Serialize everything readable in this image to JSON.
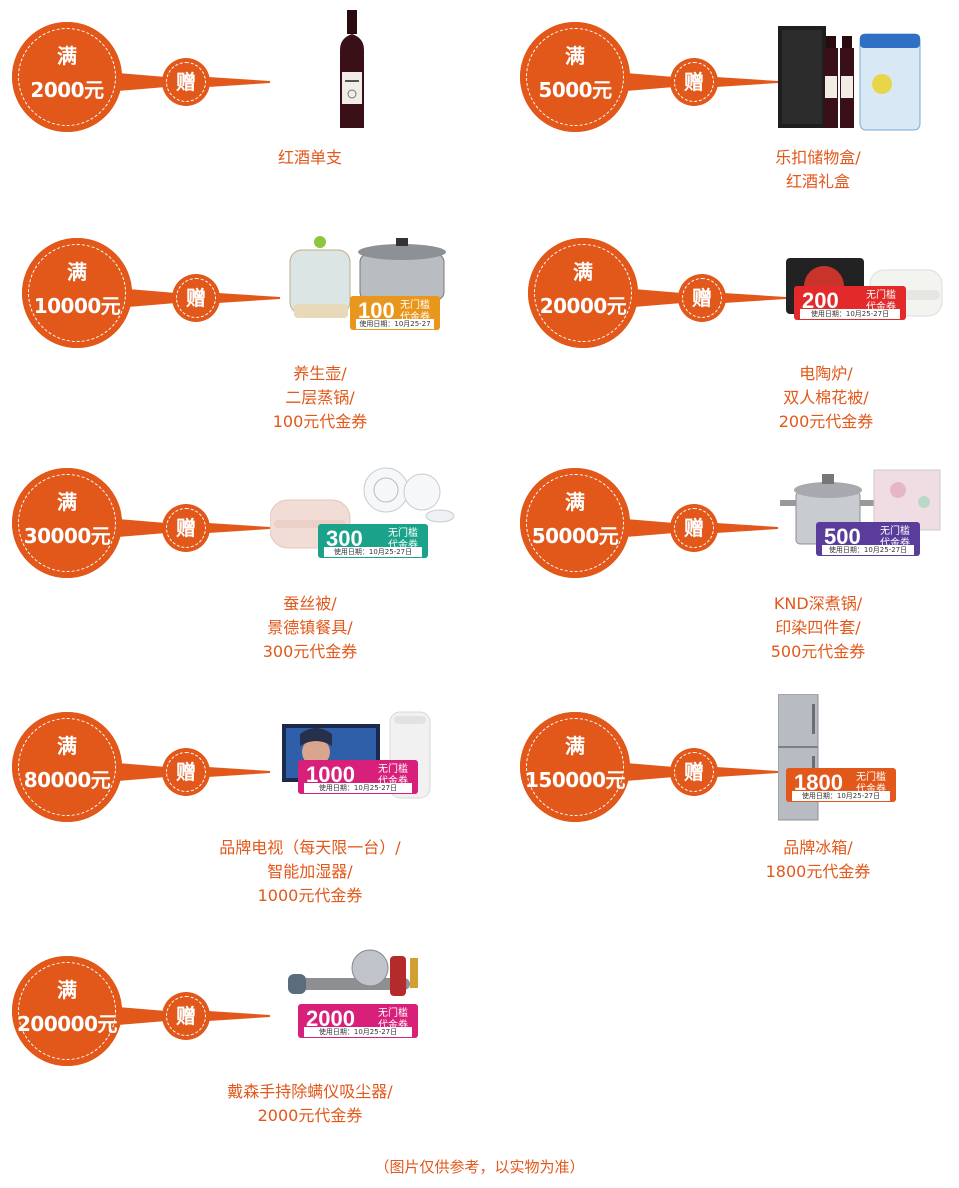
{
  "man_label": "满",
  "zeng_label": "赠",
  "accent": "#e2581a",
  "tiers": [
    {
      "amount": "2000元",
      "lines": [
        "红酒单支"
      ],
      "coupon": null
    },
    {
      "amount": "5000元",
      "lines": [
        "乐扣储物盒/",
        "红酒礼盒"
      ],
      "coupon": null
    },
    {
      "amount": "10000元",
      "lines": [
        "养生壶/",
        "二层蒸锅/",
        "100元代金券"
      ],
      "coupon": {
        "value": "100",
        "color": "#e8961c"
      }
    },
    {
      "amount": "20000元",
      "lines": [
        "电陶炉/",
        "双人棉花被/",
        "200元代金券"
      ],
      "coupon": {
        "value": "200",
        "color": "#e22a2a"
      }
    },
    {
      "amount": "30000元",
      "lines": [
        "蚕丝被/",
        "景德镇餐具/",
        "300元代金券"
      ],
      "coupon": {
        "value": "300",
        "color": "#1aa38a"
      }
    },
    {
      "amount": "50000元",
      "lines": [
        "KND深煮锅/",
        "印染四件套/",
        "500元代金券"
      ],
      "coupon": {
        "value": "500",
        "color": "#5a3d9a"
      }
    },
    {
      "amount": "80000元",
      "lines": [
        "品牌电视（每天限一台）/",
        "智能加湿器/",
        "1000元代金券"
      ],
      "coupon": {
        "value": "1000",
        "color": "#d8207a"
      }
    },
    {
      "amount": "150000元",
      "lines": [
        "品牌冰箱/",
        "1800元代金券"
      ],
      "coupon": {
        "value": "1800",
        "color": "#e2581a"
      }
    },
    {
      "amount": "200000元",
      "lines": [
        "戴森手持除螨仪吸尘器/",
        "2000元代金券"
      ],
      "coupon": {
        "value": "2000",
        "color": "#d8207a"
      }
    }
  ],
  "coupon_unit_top": "无门槛",
  "coupon_unit_bottom": "代金券",
  "coupon_date": "使用日期：10月25-27日",
  "footer": "（图片仅供参考，以实物为准）"
}
